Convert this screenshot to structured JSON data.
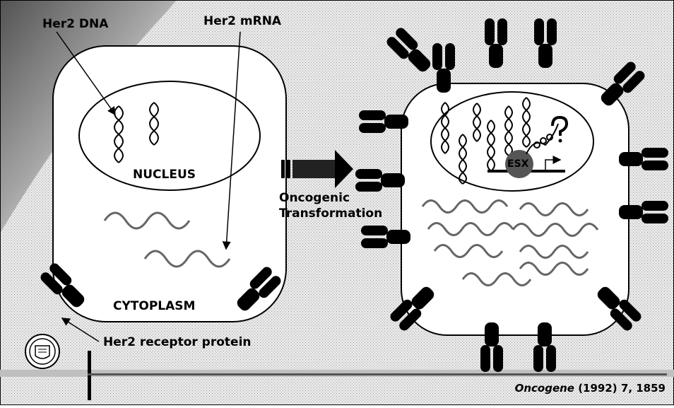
{
  "labels": {
    "her2_dna": "Her2 DNA",
    "her2_mrna": "Her2 mRNA",
    "nucleus": "NUCLEUS",
    "cytoplasm": "CYTOPLASM",
    "receptor": "Her2 receptor protein",
    "transition_line1": "Oncogenic",
    "transition_line2": "Transformation",
    "esx": "ESX"
  },
  "citation": {
    "journal": "Oncogene",
    "rest": " (1992) 7, 1859"
  },
  "icons": [
    "university-seal-icon",
    "transformation-arrow-icon",
    "transcription-arrow-icon"
  ]
}
